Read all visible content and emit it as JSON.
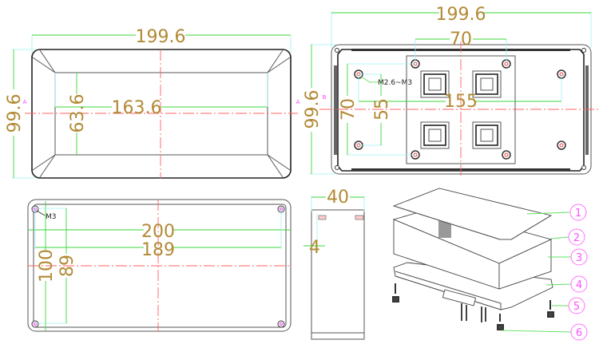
{
  "top_view": {
    "width_dim": "199.6",
    "height_dim": "99.6",
    "inner_width_dim": "163.6",
    "inner_height_dim": "63.6",
    "section_marker": "A"
  },
  "bottom_view": {
    "width_dim": "199.6",
    "height_dim": "99.6",
    "switch_spacing_dim": "70",
    "hole_spacing_x_dim": "155",
    "switch_spacing_y_dim": "70",
    "hole_spacing_y_dim": "55",
    "screw_label": "M2.6~M3",
    "section_marker": "B"
  },
  "front_view": {
    "length_dim": "200",
    "inner_length_dim": "189",
    "height_dim": "100",
    "inner_height_dim": "89",
    "screw_label": "M3"
  },
  "side_view": {
    "depth_dim": "40",
    "wall_dim": "4"
  },
  "exploded_view": {
    "balloons": [
      "1",
      "2",
      "3",
      "4",
      "5",
      "6"
    ]
  }
}
